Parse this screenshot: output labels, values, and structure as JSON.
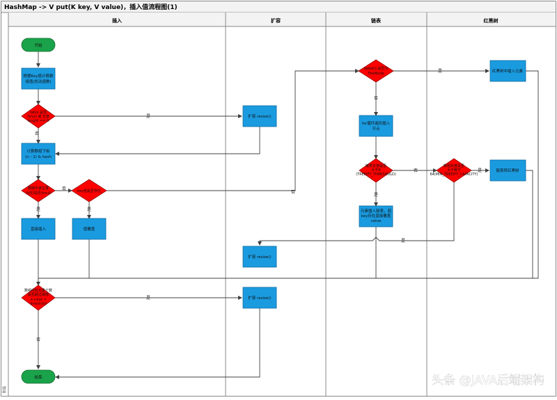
{
  "title": "HashMap -> V put(K key, V value)，插入值流程图(1)",
  "side_label": "阶段",
  "watermark": "头条 @JAVA后端架构",
  "lanes": [
    "插入",
    "扩容",
    "链表",
    "红黑树"
  ],
  "nodes": {
    "start": "开始",
    "hash": [
      "根据Key值计算数",
      "组值(扰动函数)"
    ],
    "check_empty": [
      "table 是否",
      "为null 或 长度",
      "length == 0"
    ],
    "resize1": "扩容 resize()",
    "index": [
      "计算数组下标",
      "(n - 1) & hash"
    ],
    "slot_empty": [
      "数组中该位置",
      "为空/是否为null"
    ],
    "key_exists": "key值是否存在",
    "direct_insert": "直接插入",
    "overwrite": "值覆盖",
    "is_treenode": [
      "table[i] 是否为",
      "TreeNode"
    ],
    "tree_insert": "红黑树中插入元素",
    "loop_list": [
      "for循环遍历插入",
      "节点"
    ],
    "list_len": [
      "链表长度是否",
      "大于8",
      "(TREEIFY_THRESHOLD)"
    ],
    "table_len": [
      "数组长度是否",
      "大于等于",
      "64(MIN_TREEIFY_CAPACITY)"
    ],
    "treeify": "链表转红黑树",
    "list_tail": [
      "元素插入链表，若",
      "key存在直接覆盖",
      "value"
    ],
    "resize2": "扩容 resize()",
    "size_check": [
      "数组中的元素个数",
      "是否超过阈值",
      "++size >",
      "threshold"
    ],
    "resize3": "扩容 resize()",
    "end": "结束"
  },
  "edge_labels": {
    "yes": "是",
    "no": "否"
  },
  "colors": {
    "start_fill": "#1aa34a",
    "process_fill": "#1a9be0",
    "decision_fill": "#ff0000",
    "lane_header": "#f3f3f3",
    "line": "#404040"
  }
}
